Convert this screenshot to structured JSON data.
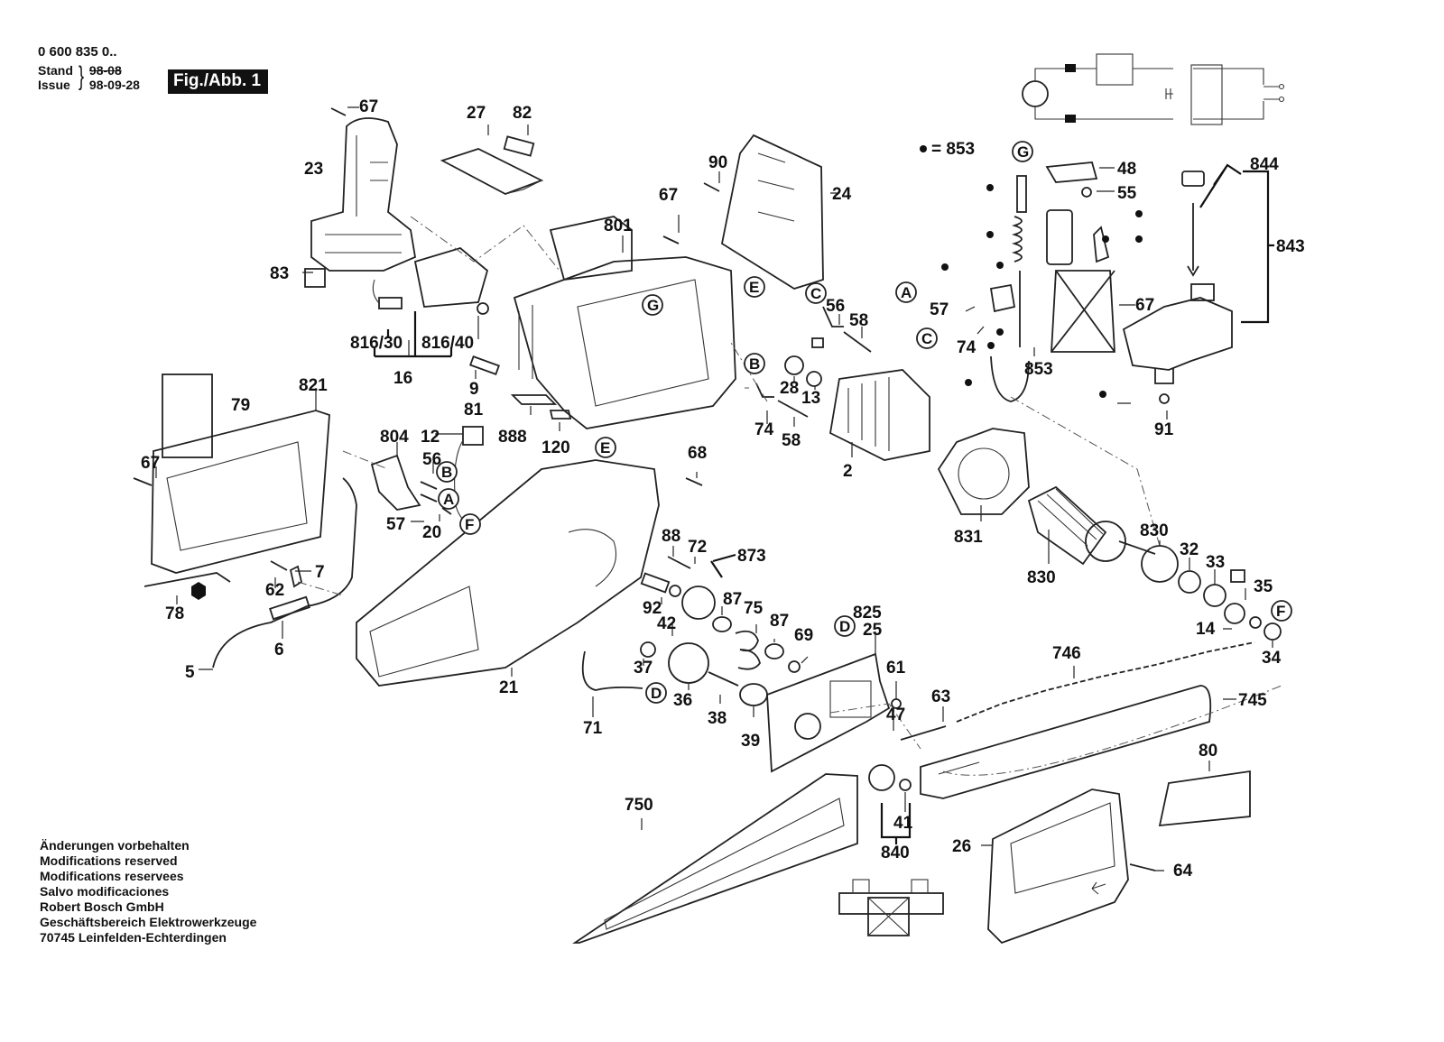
{
  "header": {
    "part_number": "0 600 835 0..",
    "stand_label": "Stand",
    "issue_label": "Issue",
    "stand_date_struck": "98-08",
    "issue_date": "98-09-28",
    "figure_badge": "Fig./Abb. 1"
  },
  "legend": {
    "dot_meaning": "= 853"
  },
  "footer": {
    "lines": [
      "Änderungen vorbehalten",
      "Modifications reserved",
      "Modifications reservees",
      "Salvo modificaciones",
      "Robert Bosch GmbH",
      "Geschäftsbereich Elektrowerkzeuge",
      "70745 Leinfelden-Echterdingen"
    ]
  },
  "wiring_diagram": {
    "components": [
      "motor-icon",
      "choke-coil-top",
      "choke-coil-bottom",
      "thermal-switch",
      "capacitor",
      "main-switch",
      "mains-terminal-1",
      "mains-terminal-2"
    ]
  },
  "reference_markers": [
    "A",
    "B",
    "C",
    "D",
    "E",
    "F",
    "G"
  ],
  "part_labels": {
    "p67a": "67",
    "p23": "23",
    "p27": "27",
    "p82": "82",
    "p83": "83",
    "p816_30": "816/30",
    "p816_40": "816/40",
    "p16": "16",
    "p9": "9",
    "p81": "81",
    "p888": "888",
    "p120": "120",
    "p90": "90",
    "p67b": "67",
    "p801": "801",
    "p24": "24",
    "p56a": "56",
    "p58a": "58",
    "p28": "28",
    "p13": "13",
    "p74a": "74",
    "p58b": "58",
    "p2": "2",
    "p853a": "853",
    "p48": "48",
    "p55": "55",
    "p57a": "57",
    "p74b": "74",
    "p67c": "67",
    "p853b": "853",
    "p844": "844",
    "p843": "843",
    "p91": "91",
    "p79": "79",
    "p821": "821",
    "p67d": "67",
    "p78": "78",
    "p62": "62",
    "p7": "7",
    "p6": "6",
    "p5": "5",
    "p804": "804",
    "p12": "12",
    "p56b": "56",
    "p57b": "57",
    "p20": "20",
    "p68": "68",
    "p21": "21",
    "p71": "71",
    "p88": "88",
    "p72": "72",
    "p873": "873",
    "p92": "92",
    "p42": "42",
    "p87a": "87",
    "p75": "75",
    "p87b": "87",
    "p69": "69",
    "p37": "37",
    "p36": "36",
    "p38": "38",
    "p39": "39",
    "p825": "825",
    "p25": "25",
    "p61": "61",
    "p47": "47",
    "p63": "63",
    "p831": "831",
    "p830a": "830",
    "p830b": "830",
    "p32": "32",
    "p33": "33",
    "p35": "35",
    "p14": "14",
    "p34": "34",
    "p746": "746",
    "p745": "745",
    "p80": "80",
    "p750": "750",
    "p41": "41",
    "p840": "840",
    "p26": "26",
    "p64": "64"
  }
}
